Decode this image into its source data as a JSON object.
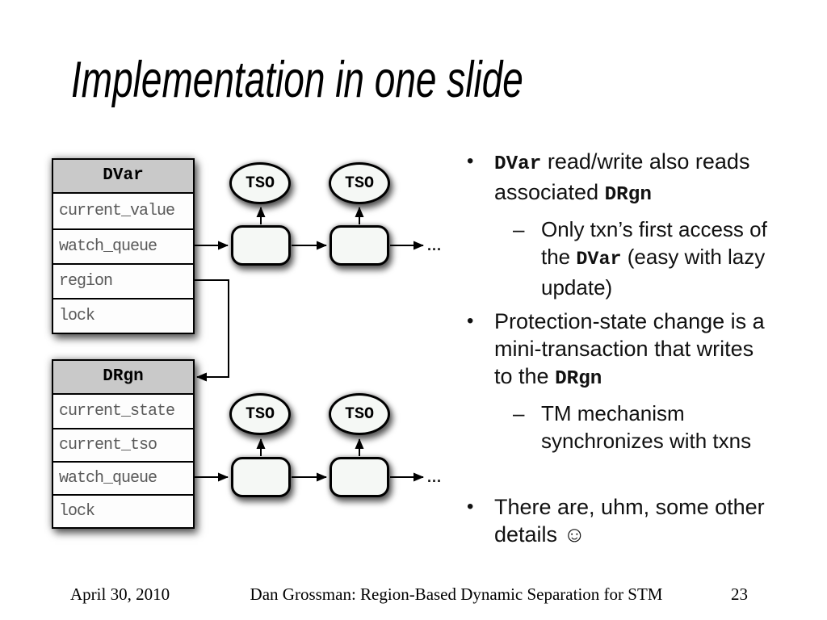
{
  "title": "Implementation in one slide",
  "diagram": {
    "dvar": {
      "header": "DVar",
      "fields": [
        "current_value",
        "watch_queue",
        "region",
        "lock"
      ]
    },
    "drgn": {
      "header": "DRgn",
      "fields": [
        "current_state",
        "current_tso",
        "watch_queue",
        "lock"
      ]
    },
    "tso_label": "TSO",
    "ellipsis": "...",
    "colors": {
      "header_fill": "#c9c9c9",
      "shape_fill": "#f5f8f5",
      "outline": "#000000",
      "field_text": "#595959"
    }
  },
  "bullets": [
    {
      "level": 1,
      "marker": "•",
      "spacer_before": false,
      "segments": [
        {
          "text": "DVar",
          "code": true
        },
        {
          "text": " read/write also reads\nassociated ",
          "code": false
        },
        {
          "text": "DRgn",
          "code": true
        }
      ]
    },
    {
      "level": 2,
      "marker": "–",
      "spacer_before": false,
      "segments": [
        {
          "text": "Only txn’s first access of\nthe ",
          "code": false
        },
        {
          "text": "DVar",
          "code": true
        },
        {
          "text": " (easy with lazy\nupdate)",
          "code": false
        }
      ]
    },
    {
      "level": 1,
      "marker": "•",
      "spacer_before": false,
      "segments": [
        {
          "text": "Protection-state change is a\nmini-transaction that writes\nto the ",
          "code": false
        },
        {
          "text": "DRgn",
          "code": true
        }
      ]
    },
    {
      "level": 2,
      "marker": "–",
      "spacer_before": false,
      "segments": [
        {
          "text": "TM mechanism\nsynchronizes with txns",
          "code": false
        }
      ]
    },
    {
      "level": 1,
      "marker": "•",
      "spacer_before": true,
      "segments": [
        {
          "text": "There are, uhm, some other\ndetails ☺",
          "code": false
        }
      ]
    }
  ],
  "footer": {
    "date": "April 30, 2010",
    "center": "Dan Grossman: Region-Based Dynamic Separation for STM",
    "page": "23"
  }
}
